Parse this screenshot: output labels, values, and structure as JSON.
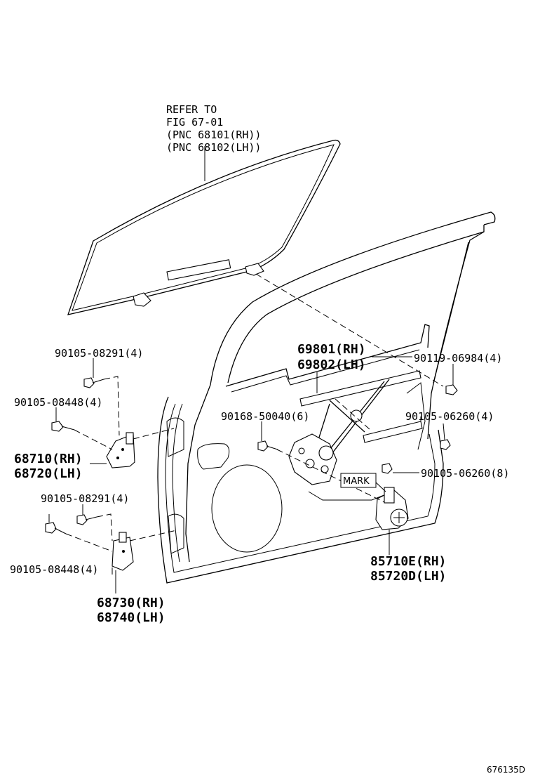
{
  "diagram_id": "676135D",
  "glass_ref": [
    "REFER TO",
    "FIG 67-01",
    "(PNC 68101(RH))",
    "(PNC 68102(LH))"
  ],
  "mark_label": "MARK",
  "callouts": {
    "bolt_upper_hinge_top": "90105-08291(4)",
    "bolt_upper_hinge_side": "90105-08448(4)",
    "upper_hinge": [
      "68710(RH)",
      "68720(LH)"
    ],
    "bolt_lower_hinge_top": "90105-08291(4)",
    "bolt_lower_hinge_side": "90105-08448(4)",
    "lower_hinge": [
      "68730(RH)",
      "68740(LH)"
    ],
    "regulator": [
      "69801(RH)",
      "69802(LH)"
    ],
    "bolt_regulator_upper": "90119-06984(4)",
    "bolt_regulator_center": "90168-50040(6)",
    "bolt_regulator_right": "90105-06260(4)",
    "bolt_motor": "90105-06260(8)",
    "motor": [
      "85710E(RH)",
      "85720D(LH)"
    ]
  }
}
